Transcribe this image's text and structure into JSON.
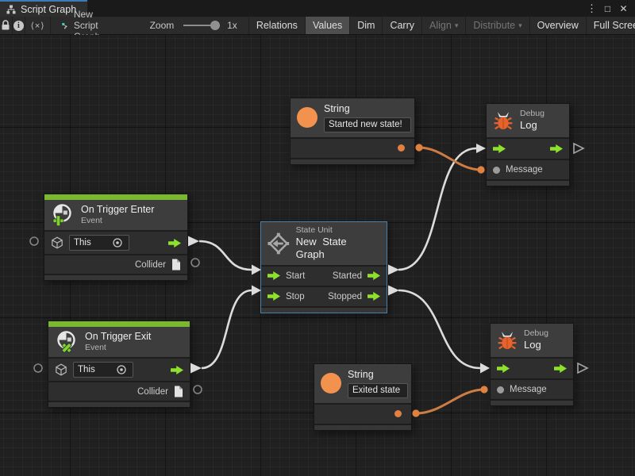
{
  "window": {
    "tab_title": "Script Graph",
    "icons": {
      "kebab": "⋮",
      "maximize": "□",
      "close": "✕",
      "code": "⟨×⟩",
      "caret": "▾"
    }
  },
  "toolbar": {
    "graph_name": "New Script Graph",
    "zoom_label": "Zoom",
    "zoom_value": "1x",
    "buttons": {
      "relations": "Relations",
      "values": "Values",
      "dim": "Dim",
      "carry": "Carry",
      "align": "Align",
      "distribute": "Distribute",
      "overview": "Overview",
      "fullscreen": "Full Screen"
    }
  },
  "nodes": {
    "trigger_enter": {
      "title": "On Trigger Enter",
      "subtitle": "Event",
      "this_value": "This",
      "collider_label": "Collider"
    },
    "trigger_exit": {
      "title": "On Trigger Exit",
      "subtitle": "Event",
      "this_value": "This",
      "collider_label": "Collider"
    },
    "state_unit": {
      "category": "State Unit",
      "title": "New State Graph",
      "start": "Start",
      "stop": "Stop",
      "started": "Started",
      "stopped": "Stopped"
    },
    "string_top": {
      "title": "String",
      "value": "Started new state!"
    },
    "string_bottom": {
      "title": "String",
      "value": "Exited state"
    },
    "debug_top": {
      "category": "Debug",
      "title": "Log",
      "message": "Message"
    },
    "debug_bottom": {
      "category": "Debug",
      "title": "Log",
      "message": "Message"
    }
  },
  "colors": {
    "tab_accent_blue": "#3d7ab8",
    "event_green": "#7cb82f",
    "flow_green": "#8ee22c",
    "value_orange": "#e0813f",
    "string_orange": "#f2924e",
    "bug_orange": "#e8622c",
    "selection_blue": "#4a81aa",
    "wire_white": "#dcdcdc",
    "wire_orange": "#cd7c44"
  }
}
